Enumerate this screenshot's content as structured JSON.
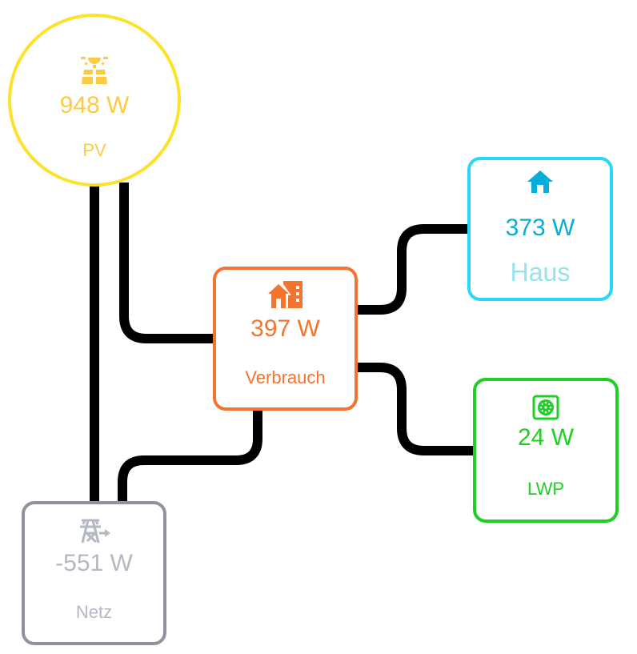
{
  "nodes": {
    "pv": {
      "value": "948 W",
      "label": "PV",
      "icon": "solar-panel-icon",
      "color": "#fccb45",
      "border": "#fde12a"
    },
    "verbrauch": {
      "value": "397 W",
      "label": "Verbrauch",
      "icon": "home-city-icon",
      "color": "#f37430",
      "border": "#f37430"
    },
    "haus": {
      "value": "373 W",
      "label": "Haus",
      "icon": "home-icon",
      "color": "#05afd9",
      "label_color": "#98e2ec",
      "border": "#2ad7fb"
    },
    "lwp": {
      "value": "24 W",
      "label": "LWP",
      "icon": "heat-pump-icon",
      "color": "#1ecf24",
      "border": "#1ecf24"
    },
    "netz": {
      "value": "-551 W",
      "label": "Netz",
      "icon": "transmission-tower-export-icon",
      "color": "#b3b8c3",
      "border": "#8f939c"
    }
  },
  "connections": [
    {
      "from": "pv",
      "to": "netz"
    },
    {
      "from": "pv",
      "to": "verbrauch"
    },
    {
      "from": "netz",
      "to": "verbrauch"
    },
    {
      "from": "verbrauch",
      "to": "haus"
    },
    {
      "from": "verbrauch",
      "to": "lwp"
    }
  ]
}
